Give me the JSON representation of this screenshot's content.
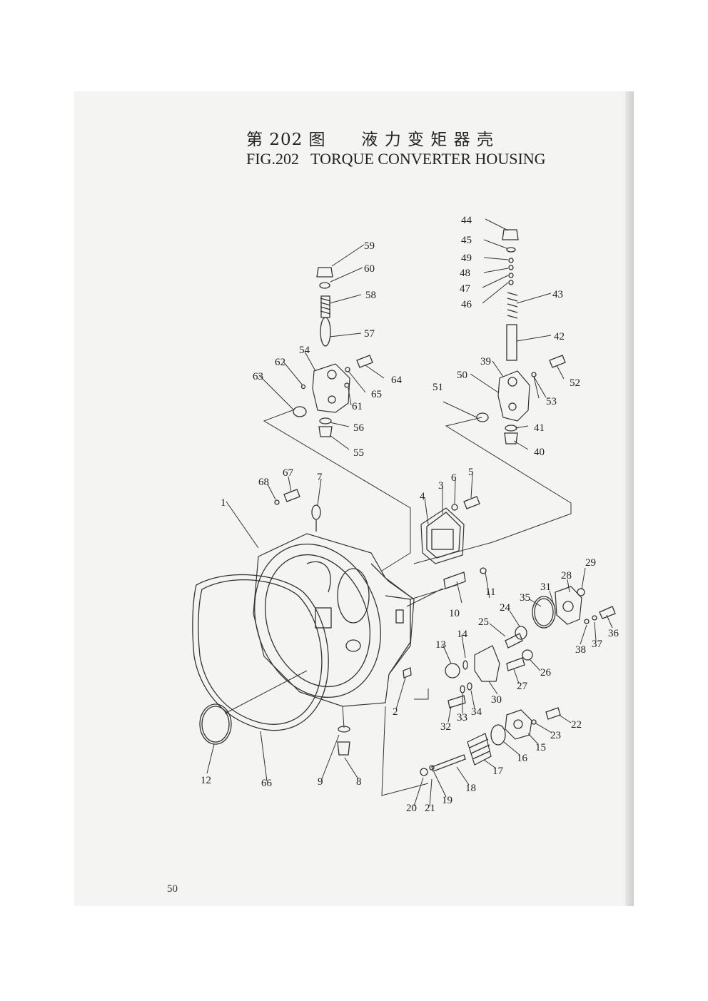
{
  "title": {
    "cn": "第 202 图      液 力 变 矩 器 壳",
    "en": "FIG.202   TORQUE CONVERTER HOUSING"
  },
  "page_number": "50",
  "callouts": [
    "1",
    "2",
    "3",
    "4",
    "5",
    "6",
    "7",
    "8",
    "9",
    "10",
    "11",
    "12",
    "13",
    "14",
    "15",
    "16",
    "17",
    "18",
    "19",
    "20",
    "21",
    "22",
    "23",
    "24",
    "25",
    "26",
    "27",
    "28",
    "29",
    "30",
    "31",
    "32",
    "33",
    "34",
    "35",
    "36",
    "37",
    "38",
    "39",
    "40",
    "41",
    "42",
    "43",
    "44",
    "45",
    "46",
    "47",
    "48",
    "49",
    "50",
    "51",
    "52",
    "53",
    "54",
    "55",
    "56",
    "57",
    "58",
    "59",
    "60",
    "61",
    "62",
    "63",
    "64",
    "65",
    "66",
    "67",
    "68"
  ]
}
